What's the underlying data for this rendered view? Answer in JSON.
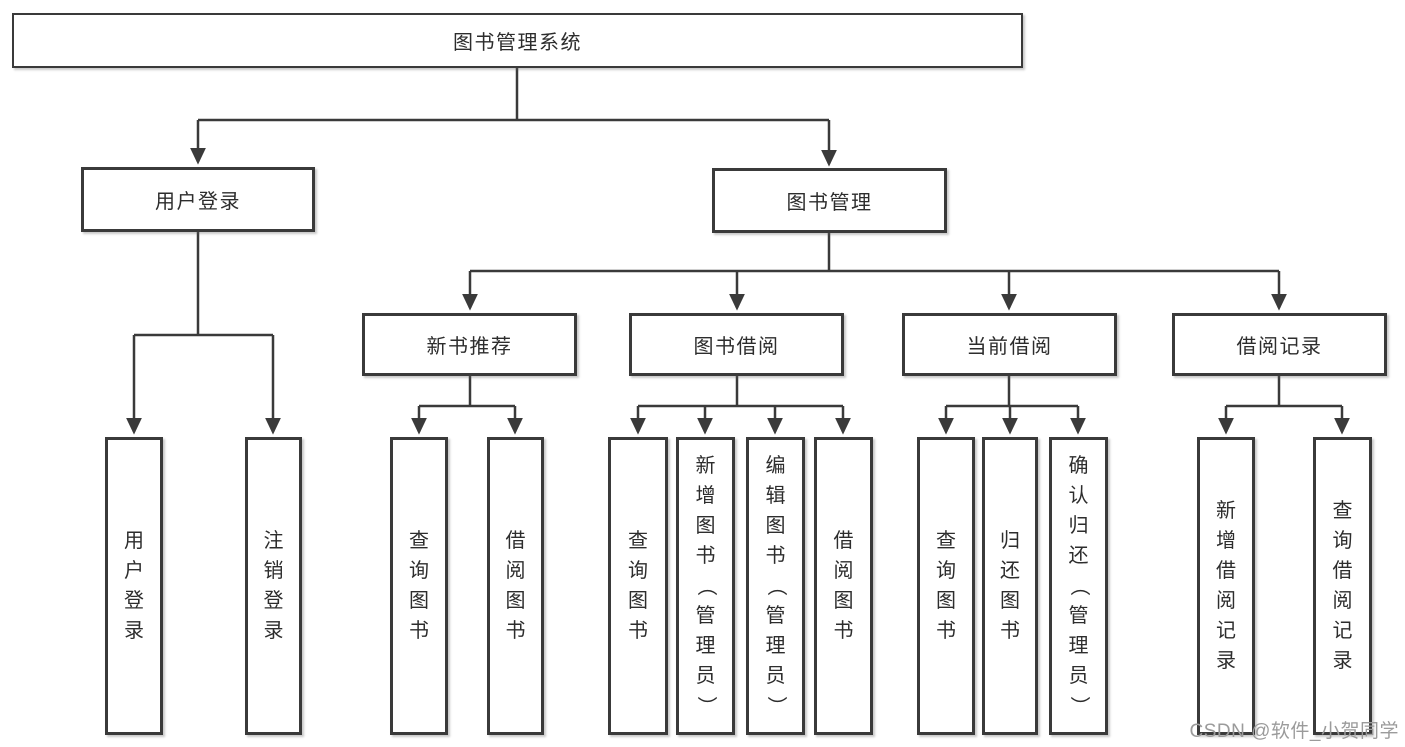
{
  "tree": {
    "label": "图书管理系统",
    "children": [
      {
        "label": "用户登录",
        "children": [
          {
            "label": "用户登录"
          },
          {
            "label": "注销登录"
          }
        ]
      },
      {
        "label": "图书管理",
        "children": [
          {
            "label": "新书推荐",
            "children": [
              {
                "label": "查询图书"
              },
              {
                "label": "借阅图书"
              }
            ]
          },
          {
            "label": "图书借阅",
            "children": [
              {
                "label": "查询图书"
              },
              {
                "label": "新增图书（管理员）"
              },
              {
                "label": "编辑图书（管理员）"
              },
              {
                "label": "借阅图书"
              }
            ]
          },
          {
            "label": "当前借阅",
            "children": [
              {
                "label": "查询图书"
              },
              {
                "label": "归还图书"
              },
              {
                "label": "确认归还（管理员）"
              }
            ]
          },
          {
            "label": "借阅记录",
            "children": [
              {
                "label": "新增借阅记录"
              },
              {
                "label": "查询借阅记录"
              }
            ]
          }
        ]
      }
    ]
  },
  "watermark": "CSDN @软件_小贺同学",
  "colors": {
    "line": "#3a3a3a",
    "box_border": "#3a3a3a",
    "text": "#2d2d2d",
    "background": "#ffffff",
    "watermark": "#9b9b9b"
  }
}
